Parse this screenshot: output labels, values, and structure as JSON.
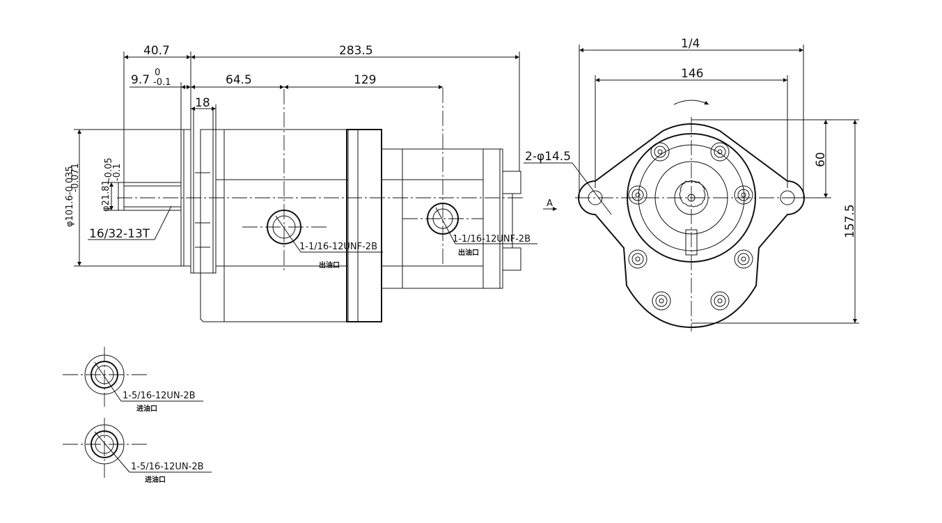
{
  "drawing": {
    "dims": {
      "d_40_7": "40.7",
      "d_283_5": "283.5",
      "d_9_7": "9.7",
      "d_9_7_upper": "0",
      "d_9_7_lower": "-0.1",
      "d_64_5": "64.5",
      "d_129": "129",
      "d_18": "18",
      "d_dia101": "φ101.6-0.035",
      "d_dia101_lower": "-0.071",
      "d_dia21": "φ21.81",
      "d_dia21_upper": "-0.05",
      "d_dia21_lower": "-0.1",
      "d_spline": "16/32-13T",
      "d_1_4": "1/4",
      "d_146": "146",
      "d_60": "60",
      "d_157_5": "157.5",
      "d_holes": "2-φ14.5",
      "view_a": "A"
    },
    "notes": {
      "outlet_1_thread": "1-1/16-12UNF-2B",
      "outlet_1_cn": "出油口",
      "outlet_2_thread": "1-1/16-12UNF-2B",
      "outlet_2_cn": "出油口",
      "inlet_1_thread": "1-5/16-12UN-2B",
      "inlet_1_cn": "进油口",
      "inlet_2_thread": "1-5/16-12UN-2B",
      "inlet_2_cn": "进油口"
    }
  }
}
